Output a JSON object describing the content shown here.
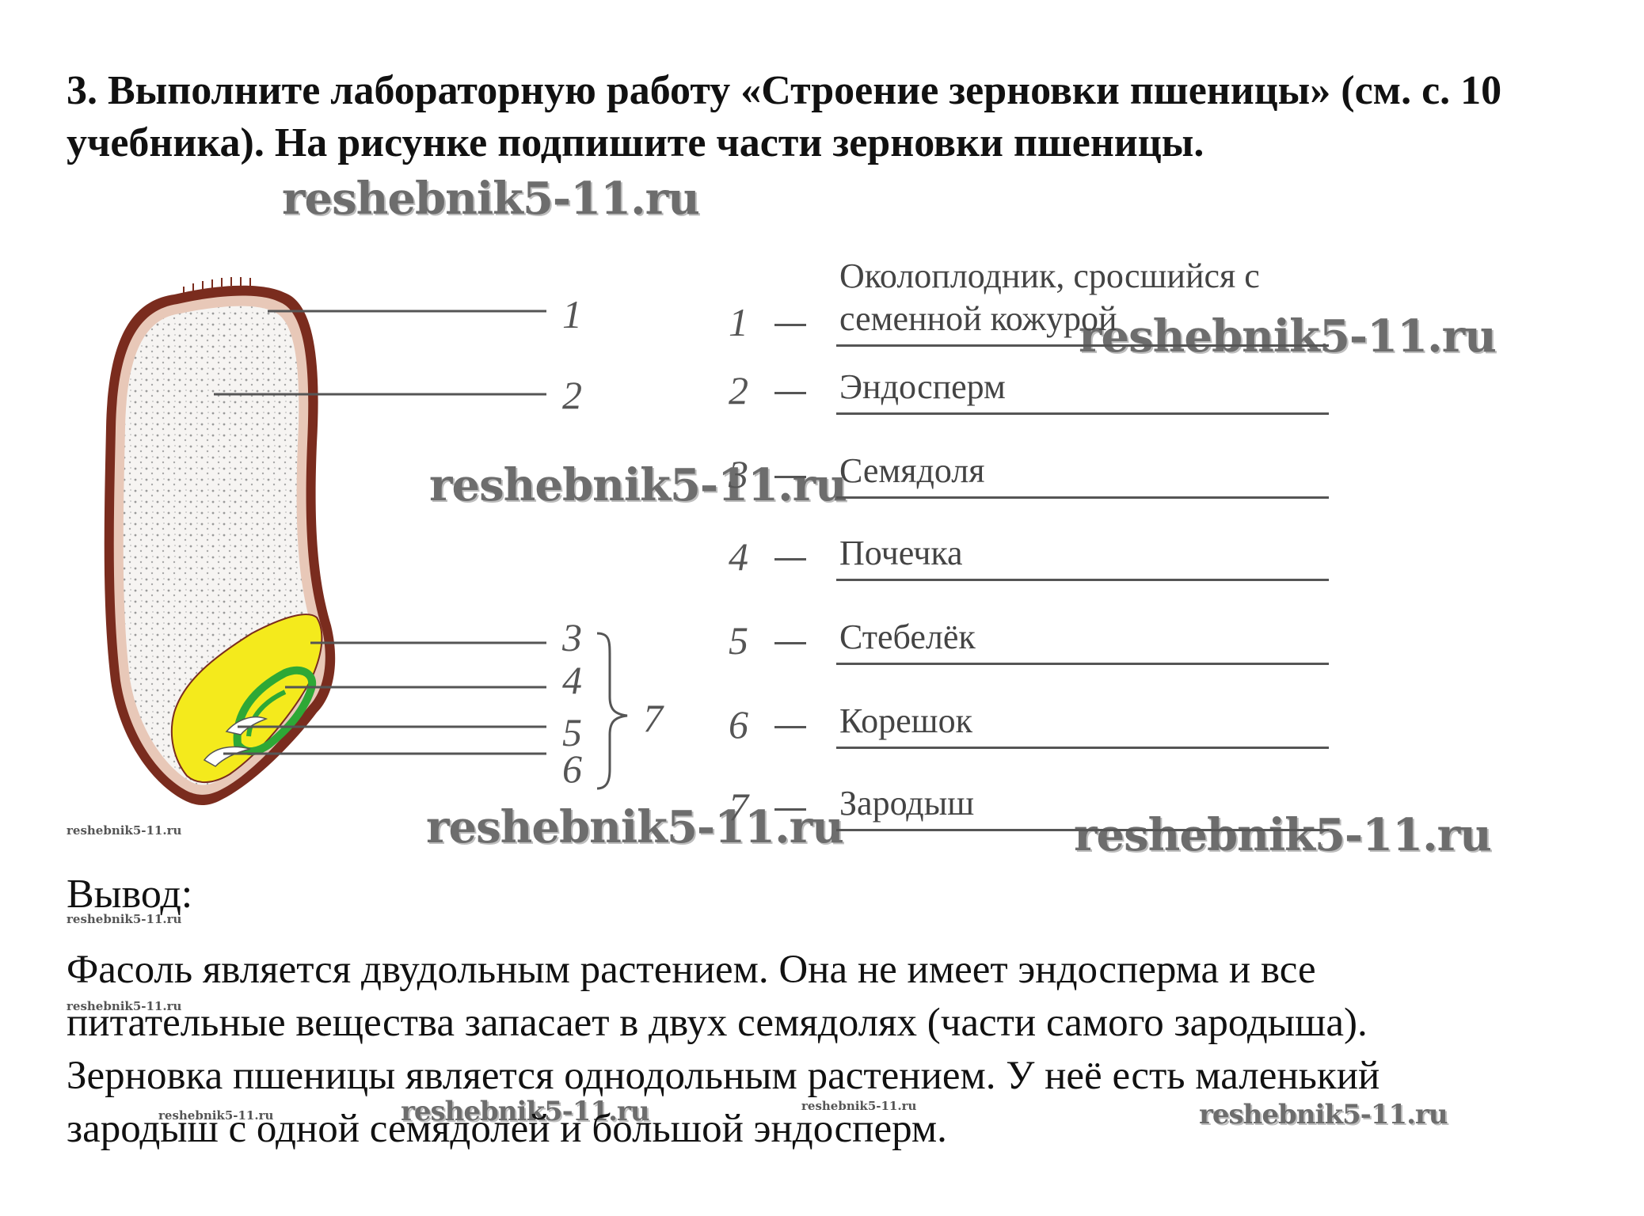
{
  "task": {
    "text": "3. Выполните лабораторную работу «Строение зерновки пшеницы» (см. с. 10 учебника). На рисунке подпишите части зерновки пшеницы."
  },
  "diagram": {
    "labels": [
      "1",
      "2",
      "3",
      "4",
      "5",
      "6",
      "7"
    ],
    "colors": {
      "shell": "#7a2c1e",
      "endosperm": "#f4f0ec",
      "cotyledon": "#f4ea1c",
      "bud": "#2ea836"
    }
  },
  "answers": [
    {
      "num": "1",
      "text": "Околоплодник, сросшийся с семенной кожурой"
    },
    {
      "num": "2",
      "text": "Эндосперм"
    },
    {
      "num": "3",
      "text": "Семядоля"
    },
    {
      "num": "4",
      "text": "Почечка"
    },
    {
      "num": "5",
      "text": "Стебелёк"
    },
    {
      "num": "6",
      "text": "Корешок"
    },
    {
      "num": "7",
      "text": "Зародыш"
    }
  ],
  "conclusion": {
    "title": "Вывод:",
    "lines": [
      "Фасоль является двудольным растением. Она не имеет эндосперма и все",
      "питательные вещества запасает в двух семядолях (части самого зародыша).",
      "Зерновка пшеницы является однодольным растением. У неё есть маленький",
      "зародыш с одной семядолей и большой эндосперм."
    ]
  },
  "watermark": "reshebnik5-11.ru"
}
